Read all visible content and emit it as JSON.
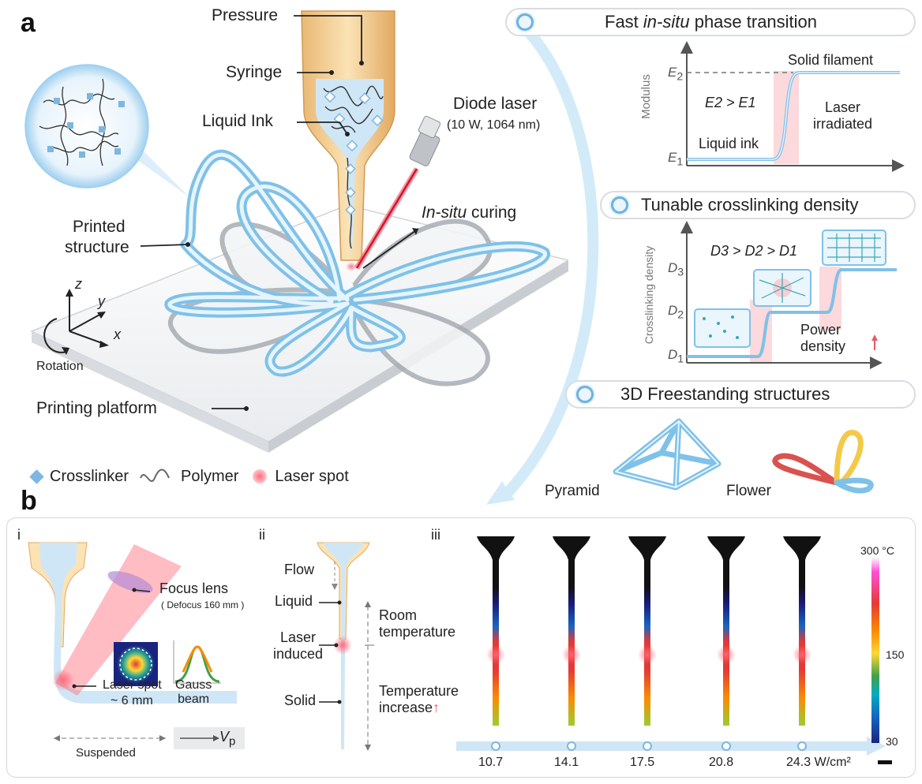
{
  "panel_a": {
    "letter": "a",
    "labels": {
      "pressure": "Pressure",
      "syringe": "Syringe",
      "liquid_ink": "Liquid Ink",
      "diode_laser": "Diode laser",
      "diode_spec": "(10 W, 1064 nm)",
      "in_situ": "In-situ",
      "curing": " curing",
      "printed_1": "Printed",
      "printed_2": "structure",
      "axis_z": "z",
      "axis_y": "y",
      "axis_x": "x",
      "rotation": "Rotation",
      "platform": "Printing platform"
    },
    "legend": {
      "crosslinker": "Crosslinker",
      "polymer": "Polymer",
      "laser_spot": "Laser spot"
    }
  },
  "right": {
    "phase": {
      "title_pre": "Fast ",
      "title_em": "in-situ",
      "title_post": " phase transition",
      "ylabel": "Modulus",
      "e2": "E",
      "e2_sub": "2",
      "e1": "E",
      "e1_sub": "1",
      "relation": "E2 > E1",
      "solid": "Solid filament",
      "liquid": "Liquid ink",
      "laser_1": "Laser",
      "laser_2": "irradiated"
    },
    "crosslink": {
      "title": "Tunable crosslinking density",
      "ylabel": "Crosslinking density",
      "d3": "D",
      "d3_sub": "3",
      "d2": "D",
      "d2_sub": "2",
      "d1": "D",
      "d1_sub": "1",
      "relation": "D3 > D2 > D1",
      "power_1": "Power",
      "power_2": "density"
    },
    "freestanding": {
      "title": "3D Freestanding structures",
      "pyramid": "Pyramid",
      "flower": "Flower"
    }
  },
  "panel_b": {
    "letter": "b",
    "i": {
      "label": "i",
      "focus_lens": "Focus lens",
      "defocus": "( Defocus 160 mm )",
      "laser_spot": "Laser spot",
      "spot_size": "~ 6 mm",
      "gauss_1": "Gauss",
      "gauss_2": "beam",
      "suspended": "Suspended",
      "vp": "V",
      "vp_sub": "p"
    },
    "ii": {
      "label": "ii",
      "flow": "Flow",
      "liquid": "Liquid",
      "laser_1": "Laser",
      "laser_2": "induced",
      "solid": "Solid",
      "room_1": "Room",
      "room_2": "temperature",
      "temp_1": "Temperature",
      "temp_2": "increase"
    },
    "iii": {
      "label": "iii",
      "colorbar_max": "300 °C",
      "colorbar_mid": "150",
      "colorbar_min": "30",
      "power_values": [
        "10.7",
        "14.1",
        "17.5",
        "20.8",
        "24.3 W/cm²"
      ]
    }
  }
}
